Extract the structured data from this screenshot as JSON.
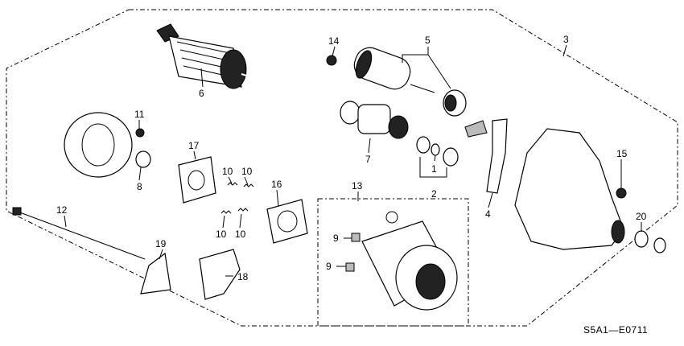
{
  "diagram": {
    "drawing_code": "S5A1—E0711",
    "callouts": [
      {
        "id": "c1",
        "label": "1"
      },
      {
        "id": "c2",
        "label": "2"
      },
      {
        "id": "c3",
        "label": "3"
      },
      {
        "id": "c4",
        "label": "4"
      },
      {
        "id": "c5",
        "label": "5"
      },
      {
        "id": "c6",
        "label": "6"
      },
      {
        "id": "c7",
        "label": "7"
      },
      {
        "id": "c8",
        "label": "8"
      },
      {
        "id": "c9a",
        "label": "9"
      },
      {
        "id": "c9b",
        "label": "9"
      },
      {
        "id": "c10a",
        "label": "10"
      },
      {
        "id": "c10b",
        "label": "10"
      },
      {
        "id": "c10c",
        "label": "10"
      },
      {
        "id": "c10d",
        "label": "10"
      },
      {
        "id": "c11",
        "label": "11"
      },
      {
        "id": "c12",
        "label": "12"
      },
      {
        "id": "c13",
        "label": "13"
      },
      {
        "id": "c14",
        "label": "14"
      },
      {
        "id": "c15",
        "label": "15"
      },
      {
        "id": "c16",
        "label": "16"
      },
      {
        "id": "c17",
        "label": "17"
      },
      {
        "id": "c18",
        "label": "18"
      },
      {
        "id": "c19",
        "label": "19"
      },
      {
        "id": "c20",
        "label": "20"
      }
    ]
  }
}
